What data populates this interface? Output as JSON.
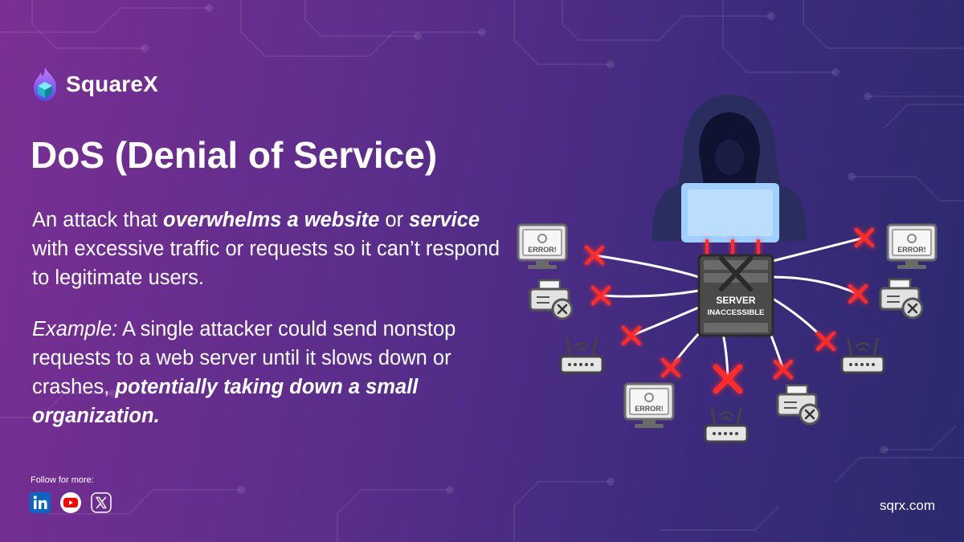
{
  "brand": {
    "name": "SquareX"
  },
  "title": "DoS (Denial of Service)",
  "description": {
    "part1": "An attack that ",
    "em1": "overwhelms a website",
    "part2": " or ",
    "em2": "service",
    "part3": " with excessive traffic or requests so it can’t respond to legitimate users."
  },
  "example": {
    "label": "Example:",
    "text": " A single attacker could send nonstop requests to a web server until it slows down or crashes, ",
    "em": "potentially taking down a small organization."
  },
  "illustration": {
    "server_line1": "SERVER",
    "server_line2": "INACCESSIBLE",
    "error_label": "ERROR!",
    "server_icon": "server-rack-icon",
    "attacker_icon": "hooded-hacker-icon",
    "device_icons": [
      "monitor-error-icon",
      "printer-error-icon",
      "router-icon"
    ],
    "link_color": "#ffffff",
    "break_color": "#ff2a2a"
  },
  "footer": {
    "follow": "Follow for more:",
    "site": "sqrx.com",
    "socials": [
      "linkedin-icon",
      "youtube-icon",
      "x-icon"
    ]
  }
}
